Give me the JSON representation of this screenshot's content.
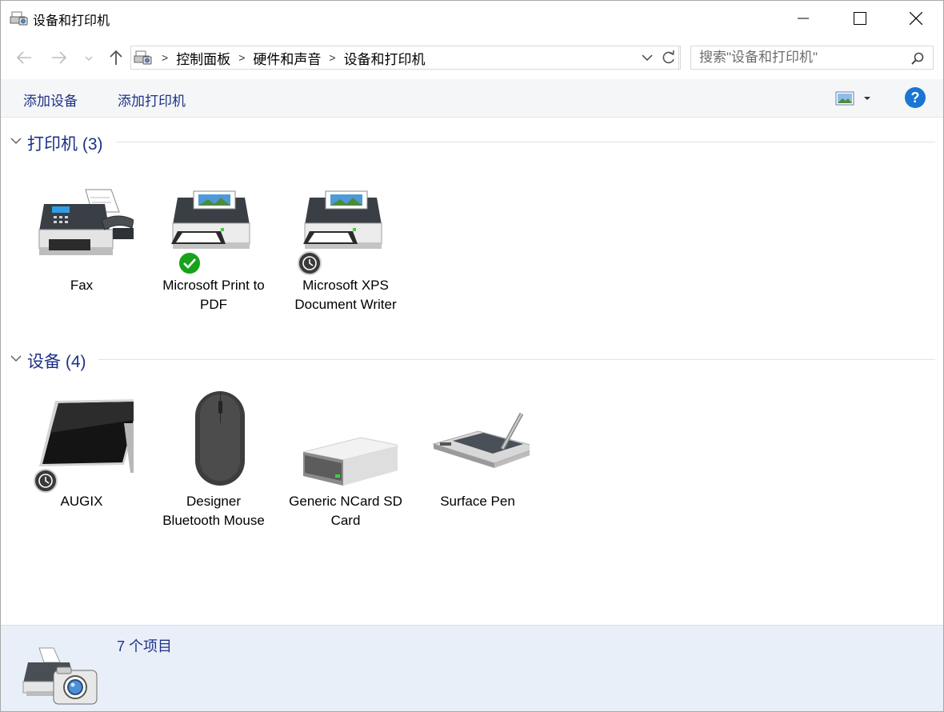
{
  "window": {
    "title": "设备和打印机"
  },
  "breadcrumbs": [
    "控制面板",
    "硬件和声音",
    "设备和打印机"
  ],
  "search": {
    "placeholder": "搜索\"设备和打印机\""
  },
  "toolbar": {
    "add_device": "添加设备",
    "add_printer": "添加打印机",
    "help": "?"
  },
  "groups": {
    "printers": {
      "title": "打印机 (3)",
      "items": [
        {
          "label": "Fax",
          "icon": "fax-icon"
        },
        {
          "label": "Microsoft Print to PDF",
          "icon": "printer-icon",
          "status": "default-checkmark"
        },
        {
          "label": "Microsoft XPS Document Writer",
          "icon": "printer-icon",
          "status": "clock"
        }
      ]
    },
    "devices": {
      "title": "设备 (4)",
      "items": [
        {
          "label": "AUGIX",
          "icon": "tablet-icon",
          "status": "clock"
        },
        {
          "label": "Designer Bluetooth Mouse",
          "icon": "mouse-icon"
        },
        {
          "label": "Generic NCard SD Card",
          "icon": "drive-icon"
        },
        {
          "label": "Surface Pen",
          "icon": "pen-tablet-icon"
        }
      ]
    }
  },
  "details": {
    "count": "7 个项目"
  },
  "colors": {
    "accent": "#1e3287",
    "help": "#1976d2",
    "ok_green": "#16a31a",
    "details_bg": "#e9eff8"
  }
}
